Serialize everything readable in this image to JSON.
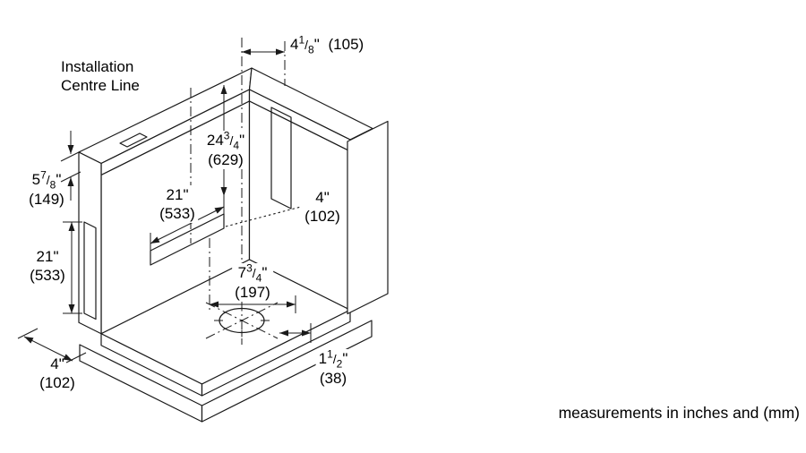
{
  "diagram": {
    "centre_line_label": {
      "line1": "Installation",
      "line2": "Centre Line"
    },
    "note": "measurements in inches and (mm)",
    "colors": {
      "line": "#1a1a1a",
      "background": "#ffffff"
    }
  },
  "dimensions": {
    "top_offset": {
      "w": "4",
      "n": "1",
      "s": "/",
      "d": "8",
      "u": "\"",
      "mm": "(105)"
    },
    "back_slot_top_height": {
      "w": "24",
      "n": "3",
      "s": "/",
      "d": "4",
      "u": "\"",
      "mm": "(629)"
    },
    "rail_height": {
      "w": "5",
      "n": "7",
      "s": "/",
      "d": "8",
      "u": "\"",
      "mm": "(149)"
    },
    "back_slot_width": {
      "w": "21",
      "u": "\"",
      "mm": "(533)"
    },
    "back_slot_depth": {
      "w": "4",
      "u": "\"",
      "mm": "(102)"
    },
    "side_slot_height": {
      "w": "21",
      "u": "\"",
      "mm": "(533)"
    },
    "hole_center_offset": {
      "w": "7",
      "n": "3",
      "s": "/",
      "d": "4",
      "u": "\"",
      "mm": "(197)"
    },
    "hole_edge_offset": {
      "w": "1",
      "n": "1",
      "s": "/",
      "d": "2",
      "u": "\"",
      "mm": "(38)"
    },
    "base_depth": {
      "w": "4",
      "u": "\"",
      "mm": "(102)"
    }
  }
}
